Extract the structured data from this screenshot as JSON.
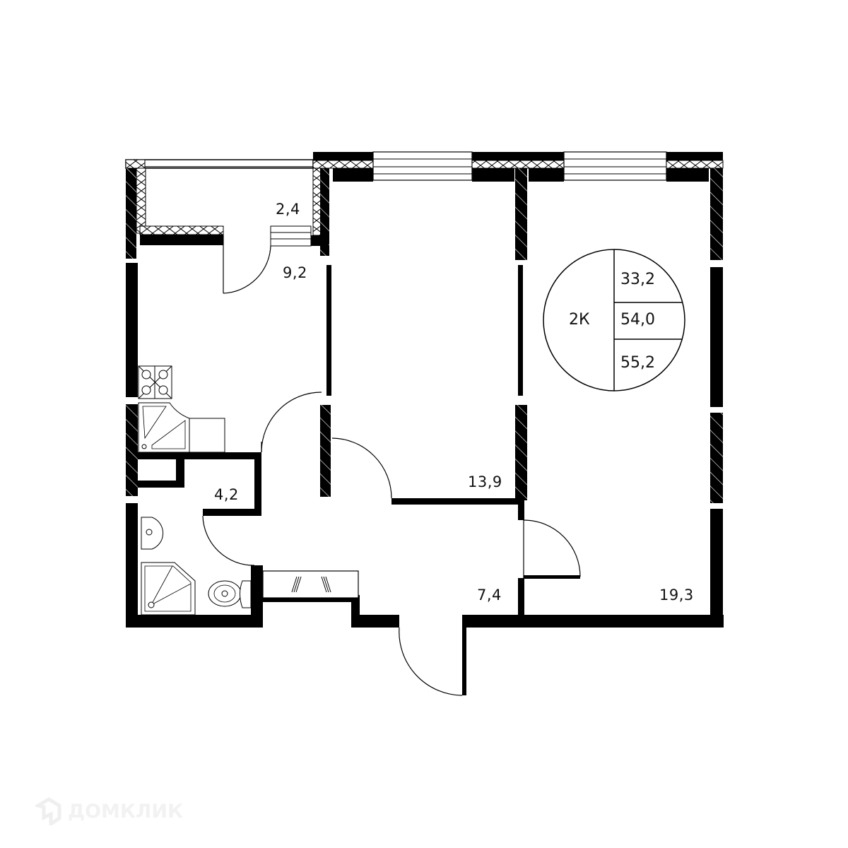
{
  "plan": {
    "type": "floor-plan",
    "apartment_type": "2К",
    "legend": {
      "living_area": "33,2",
      "total_area": "54,0",
      "total_area_with_balcony": "55,2"
    },
    "rooms": [
      {
        "id": "balcony",
        "area": "2,4"
      },
      {
        "id": "kitchen",
        "area": "9,2"
      },
      {
        "id": "bedroom",
        "area": "13,9"
      },
      {
        "id": "bathroom",
        "area": "4,2"
      },
      {
        "id": "hallway",
        "area": "7,4"
      },
      {
        "id": "living-room",
        "area": "19,3"
      }
    ],
    "colors": {
      "wall": "#000000",
      "line": "#111111",
      "background": "#ffffff"
    }
  },
  "watermark": {
    "text": "ДОМКЛИК"
  }
}
